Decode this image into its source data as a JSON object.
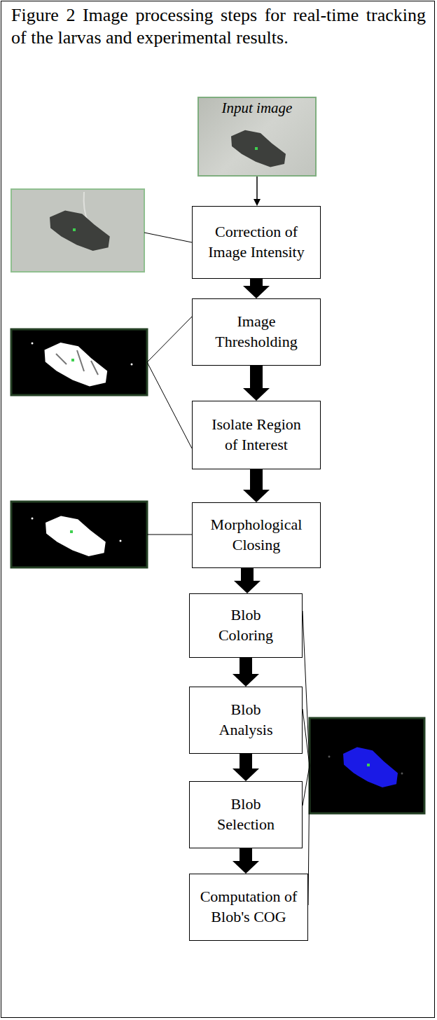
{
  "diagram": {
    "title": "Figure 2 Image processing steps for real-time tracking of the larvas and experimental results.",
    "nodes": [
      {
        "text": [
          "Input image"
        ]
      },
      {
        "text": [
          "Correction of Image Intensity"
        ]
      },
      {
        "text": [
          "Image Thresholding"
        ]
      },
      {
        "text": [
          "Isolate Region of Interest"
        ]
      },
      {
        "text": [
          "Morphological Closing"
        ]
      },
      {
        "text": [
          "Blob Coloring"
        ]
      },
      {
        "text": [
          "Blob Analysis"
        ]
      },
      {
        "text": [
          "Blob Selection"
        ]
      },
      {
        "text": [
          "Computation of Blob's COG"
        ]
      }
    ],
    "edges": [
      {
        "from": 0,
        "to": 1,
        "arrow": "to"
      },
      {
        "from": 1,
        "to": 2,
        "arrow": "to"
      },
      {
        "from": 2,
        "to": 3,
        "arrow": "to"
      },
      {
        "from": 3,
        "to": 4,
        "arrow": "to"
      },
      {
        "from": 4,
        "to": 5,
        "arrow": "to"
      },
      {
        "from": 5,
        "to": 6,
        "arrow": "to"
      },
      {
        "from": 6,
        "to": 7,
        "arrow": "to"
      },
      {
        "from": 7,
        "to": 8,
        "arrow": "to"
      }
    ]
  }
}
